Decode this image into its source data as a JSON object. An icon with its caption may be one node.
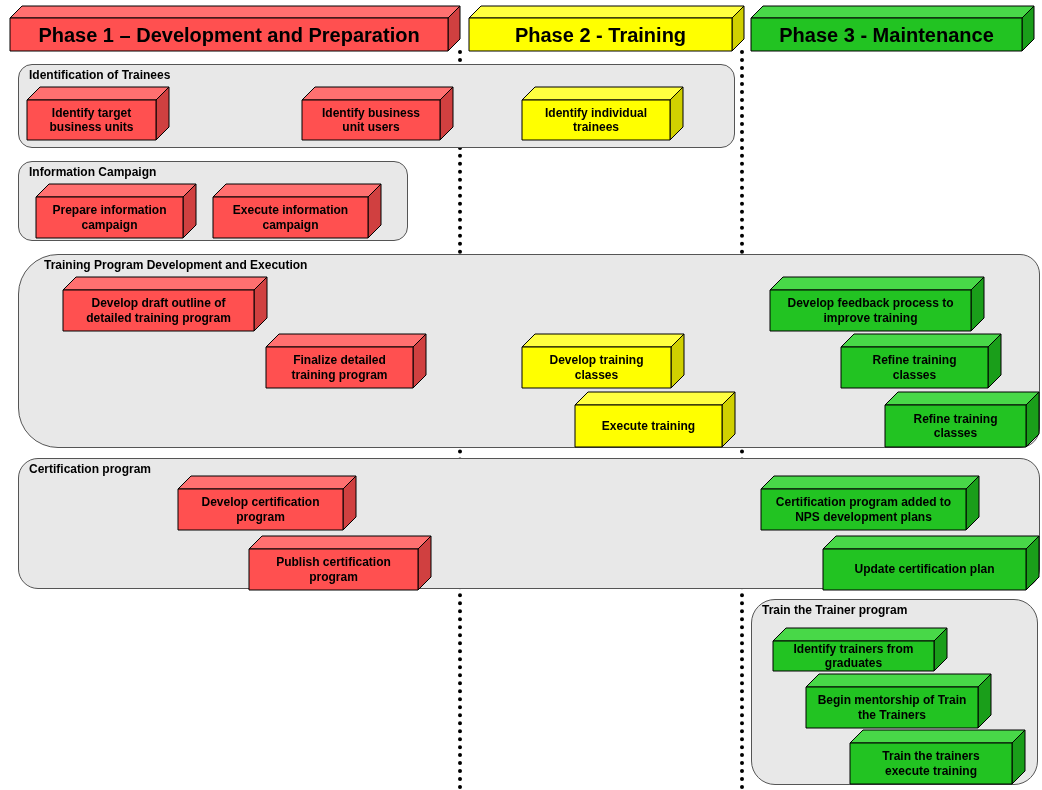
{
  "diagram": {
    "nodes": [
      {
        "text": [
          "Phase 1 – Development and Preparation"
        ]
      },
      {
        "text": [
          "Phase 2 - Training"
        ]
      },
      {
        "text": [
          "Phase 3 - Maintenance"
        ]
      },
      {
        "text": [
          "Identification of Trainees"
        ]
      },
      {
        "text": [
          "Identify target business units"
        ],
        "in": 3
      },
      {
        "text": [
          "Identify business unit users"
        ],
        "in": 3
      },
      {
        "text": [
          "Identify individual trainees"
        ],
        "in": 3
      },
      {
        "text": [
          "Information Campaign"
        ]
      },
      {
        "text": [
          "Prepare information campaign"
        ],
        "in": 7
      },
      {
        "text": [
          "Execute information campaign"
        ],
        "in": 7
      },
      {
        "text": [
          "Training Program Development and Execution"
        ]
      },
      {
        "text": [
          "Develop draft outline of detailed training program"
        ],
        "in": 10
      },
      {
        "text": [
          "Develop feedback process to improve training"
        ],
        "in": 10
      },
      {
        "text": [
          "Finalize detailed training program"
        ],
        "in": 10
      },
      {
        "text": [
          "Develop training classes"
        ],
        "in": 10
      },
      {
        "text": [
          "Refine training classes"
        ],
        "in": 10
      },
      {
        "text": [
          "Execute training"
        ],
        "in": 10
      },
      {
        "text": [
          "Refine training classes"
        ],
        "in": 10
      },
      {
        "text": [
          "Certification program"
        ]
      },
      {
        "text": [
          "Develop certification program"
        ],
        "in": 18
      },
      {
        "text": [
          "Certification program added to NPS development plans"
        ],
        "in": 18
      },
      {
        "text": [
          "Publish certification program"
        ],
        "in": 18
      },
      {
        "text": [
          "Update certification plan"
        ],
        "in": 18
      },
      {
        "text": [
          "Train the Trainer program"
        ]
      },
      {
        "text": [
          "Identify trainers from graduates"
        ],
        "in": 23
      },
      {
        "text": [
          "Begin mentorship of Train the Trainers"
        ],
        "in": 23
      },
      {
        "text": [
          "Train the trainers execute training"
        ],
        "in": 23
      }
    ]
  }
}
